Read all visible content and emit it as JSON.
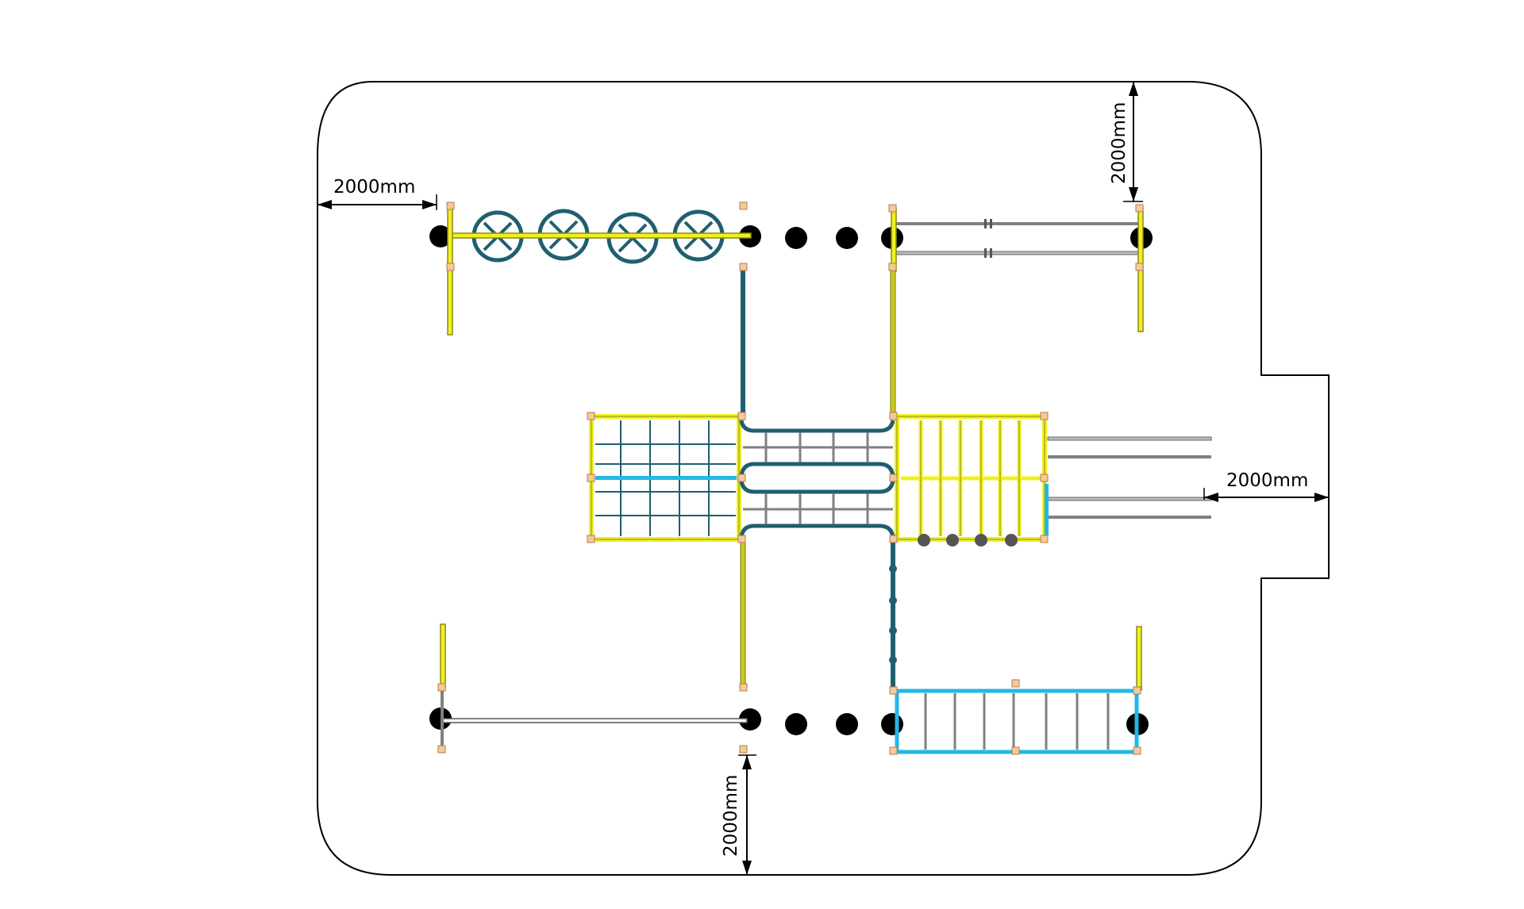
{
  "dimensions": {
    "left": "2000mm",
    "top": "2000mm",
    "right": "2000mm",
    "bottom": "2000mm"
  },
  "colors": {
    "boundary": "#000000",
    "yellow_frame": "#f0f020",
    "yellow_dark": "#8a8a10",
    "teal": "#1f5f70",
    "cyan": "#22b8e6",
    "grey_bar": "#808080",
    "post_cap": "#f6c99a",
    "post_cap_border": "#b07d50",
    "footing": "#000000"
  },
  "icons": {
    "footing": "black-circle",
    "post": "post-cap-square",
    "wheel": "spinning-wheel"
  }
}
